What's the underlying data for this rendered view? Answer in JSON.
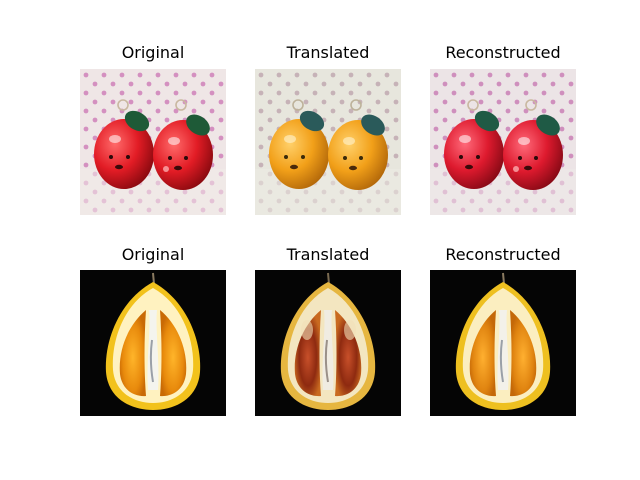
{
  "figure": {
    "rows": [
      {
        "panels": [
          {
            "title": "Original"
          },
          {
            "title": "Translated"
          },
          {
            "title": "Reconstructed"
          }
        ]
      },
      {
        "panels": [
          {
            "title": "Original"
          },
          {
            "title": "Translated"
          },
          {
            "title": "Reconstructed"
          }
        ]
      }
    ]
  }
}
